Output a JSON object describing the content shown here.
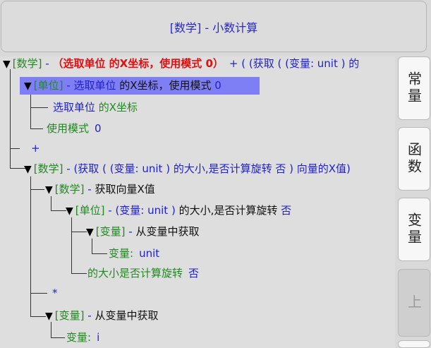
{
  "header": {
    "title": "[数学] - 小数计算"
  },
  "side": {
    "constants": "常量",
    "functions": "函数",
    "variables": "变量",
    "up": "上"
  },
  "tree": {
    "n0": {
      "cat": "[数学]",
      "sep": " - ",
      "red": "（选取单位 的X坐标，使用模式 0）",
      "rest": "+ ( (获取 ( (变量: unit ) 的"
    },
    "n1": {
      "cat": "[单位]",
      "sep": " - ",
      "blue": "选取单位",
      "rest": " 的X坐标，使用模式 ",
      "num": "0"
    },
    "n1a": {
      "label": "选取单位",
      "rest": "  的X坐标"
    },
    "n1b": {
      "label": "使用模式",
      "num": "0"
    },
    "n2": {
      "op": "+"
    },
    "n3": {
      "cat": "[数学]",
      "sep": " - ",
      "blue": "(获取 ( (变量: unit ) 的大小,是否计算旋转 否 ) 向量的X值)"
    },
    "n4": {
      "cat": "[数学]",
      "sep": " - ",
      "black": "获取向量X值"
    },
    "n5": {
      "cat": "[单位]",
      "sep": " - ",
      "blue": "(变量: unit )",
      "black": " 的大小,是否计算旋转 ",
      "num": "否"
    },
    "n6": {
      "cat": "[变量]",
      "sep": " - ",
      "black": "从变量中获取"
    },
    "n6a": {
      "label": "变量:",
      "val": "unit"
    },
    "n5b": {
      "label": "的大小是否计算旋转",
      "val": "否"
    },
    "n7": {
      "op": "*"
    },
    "n8": {
      "cat": "[变量]",
      "sep": " - ",
      "black": "从变量中获取"
    },
    "n8a": {
      "label": "变量:",
      "val": "i"
    }
  }
}
